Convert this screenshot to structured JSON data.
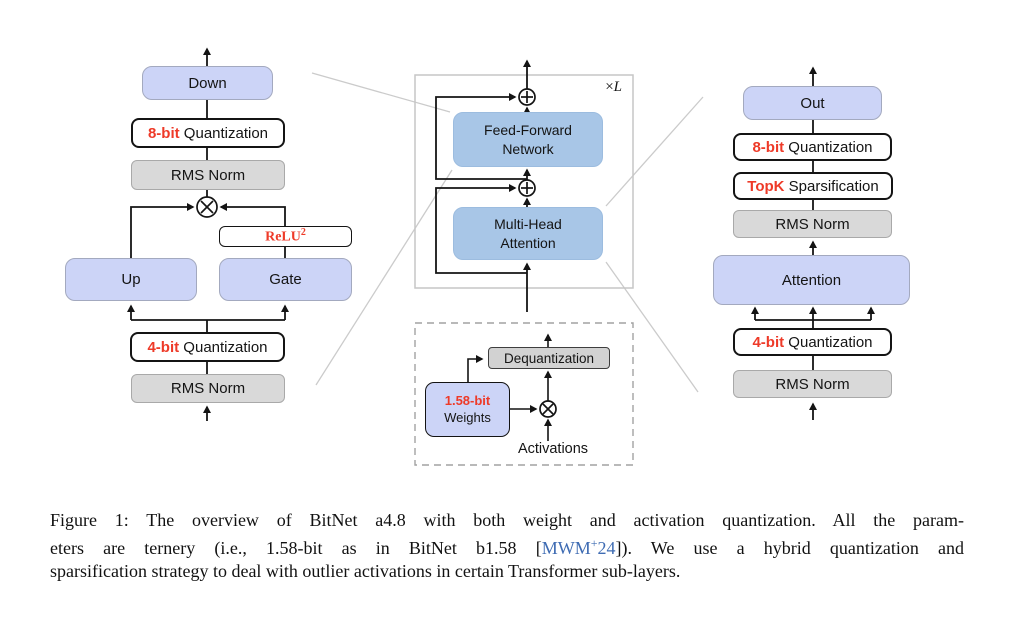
{
  "figure": {
    "caption": {
      "line1": "Figure 1: The overview of BitNet a4.8 with both weight and activation quantization. All the param-",
      "line2_before": "eters are ternery (i.e., 1.58-bit as in BitNet b1.58 [",
      "citation": {
        "text": "MWM",
        "sup": "+",
        "year": "24"
      },
      "line2_after": "]). We use a hybrid quantization and",
      "line3": "sparsification strategy to deal with outlier activations in certain Transformer sub-layers."
    }
  },
  "ffn_detail": {
    "down_label": "Down",
    "quant8": {
      "em": "8-bit",
      "rest": " Quantization"
    },
    "rms_top": "RMS Norm",
    "relu": {
      "base": "ReLU",
      "sup": "2"
    },
    "up_label": "Up",
    "gate_label": "Gate",
    "quant4": {
      "em": "4-bit",
      "rest": " Quantization"
    },
    "rms_bottom": "RMS Norm"
  },
  "transformer_block": {
    "repeat_times": "×",
    "repeat_var": "L",
    "ffn": {
      "line1": "Feed-Forward",
      "line2": "Network"
    },
    "mha": {
      "line1": "Multi-Head",
      "line2": "Attention"
    }
  },
  "matmul_detail": {
    "dequant_label": "Dequantization",
    "weights": {
      "em": "1.58-bit",
      "rest": "Weights"
    },
    "activations_label": "Activations"
  },
  "attention_detail": {
    "out_label": "Out",
    "quant8": {
      "em": "8-bit",
      "rest": " Quantization"
    },
    "topk": {
      "em": "TopK",
      "rest": " Sparsification"
    },
    "rms_top": "RMS Norm",
    "attention_label": "Attention",
    "quant4": {
      "em": "4-bit",
      "rest": " Quantization"
    },
    "rms_bottom": "RMS Norm"
  },
  "icons": {
    "multiply_operator": "⊗",
    "add_operator": "⊕"
  },
  "colors": {
    "lavender_fill": "#ccd4f7",
    "steelblue_fill": "#a8c6e7",
    "gray_fill": "#d9d9d9",
    "accent_red": "#ee3a28",
    "citation_blue": "#3f6cb3",
    "line_black": "#141414",
    "connector_gray": "#cbcbcb"
  }
}
